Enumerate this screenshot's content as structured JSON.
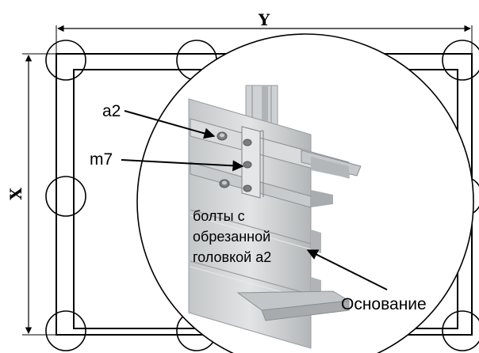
{
  "dimensions": {
    "width_label": "Y",
    "height_label": "X"
  },
  "callouts": {
    "a2": "a2",
    "m7": "m7",
    "bolts_line1": "болты с",
    "bolts_line2": "обрезанной",
    "bolts_line3": "головкой а2",
    "base": "Основание"
  },
  "colors": {
    "line": "#000000",
    "metal_light": "#d6d8d9",
    "metal_mid": "#b9bcbe",
    "metal_dark": "#8c9093",
    "bolt": "#6e7275"
  }
}
